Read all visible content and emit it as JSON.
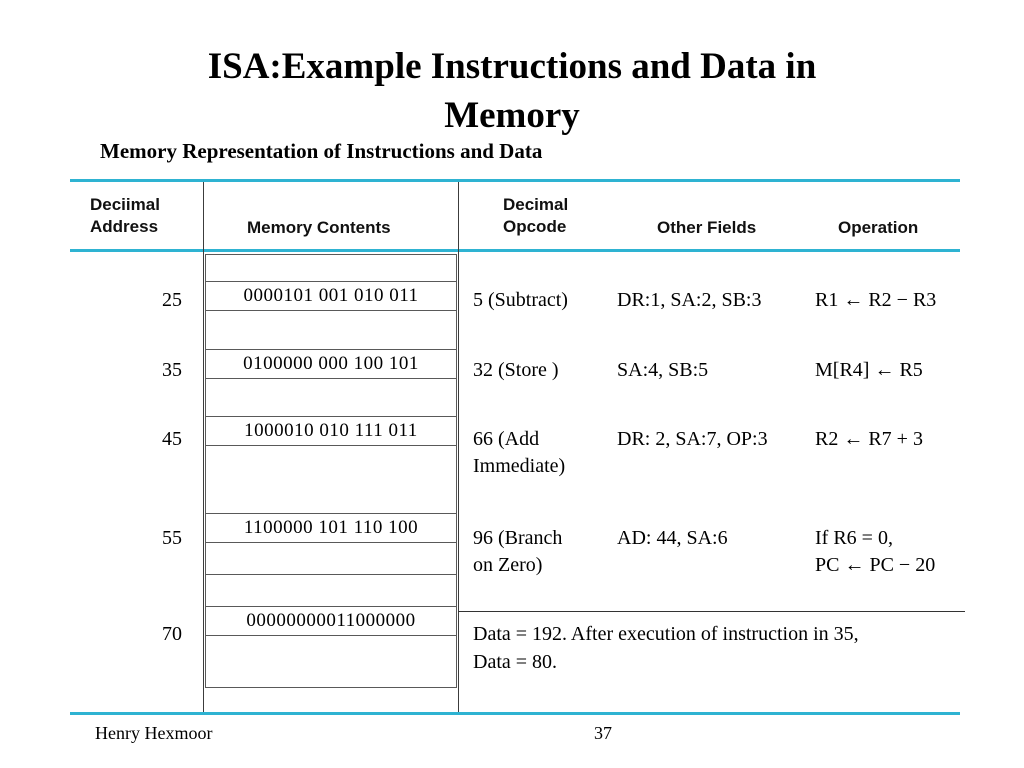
{
  "colors": {
    "accent": "#2EB3D2",
    "box_border": "#595959"
  },
  "slide": {
    "title_line1": "ISA:Example Instructions and Data in",
    "title_line2": "Memory",
    "subtitle": "Memory Representation of Instructions and Data"
  },
  "table": {
    "headers": {
      "address_line1": "Deciimal",
      "address_line2": "Address",
      "memory": "Memory Contents",
      "opcode_line1": "Decimal",
      "opcode_line2": "Opcode",
      "other_fields": "Other Fields",
      "operation": "Operation"
    },
    "rows": [
      {
        "address": "25",
        "memory": "0000101 001 010 011",
        "opcode": "5 (Subtract)",
        "other": "DR:1, SA:2, SB:3",
        "operation": "R1 ← R2 − R3"
      },
      {
        "address": "35",
        "memory": "0100000 000 100 101",
        "opcode": "32 (Store )",
        "other": "SA:4, SB:5",
        "operation": "M[R4] ← R5"
      },
      {
        "address": "45",
        "memory": "1000010 010 111 011",
        "opcode_line1": "66 (Add",
        "opcode_line2": "Immediate)",
        "other": "DR: 2, SA:7, OP:3",
        "operation": "R2 ← R7 + 3"
      },
      {
        "address": "55",
        "memory": "1100000 101 110 100",
        "opcode_line1": "96 (Branch",
        "opcode_line2": "on Zero)",
        "other": "AD: 44, SA:6",
        "operation_line1": "If R6 = 0,",
        "operation_line2": "PC ← PC − 20"
      },
      {
        "address": "70",
        "memory": "00000000011000000",
        "note_line1": "Data = 192. After execution of instruction in 35,",
        "note_line2": "Data = 80."
      }
    ]
  },
  "footer": {
    "author": "Henry Hexmoor",
    "page": "37"
  }
}
